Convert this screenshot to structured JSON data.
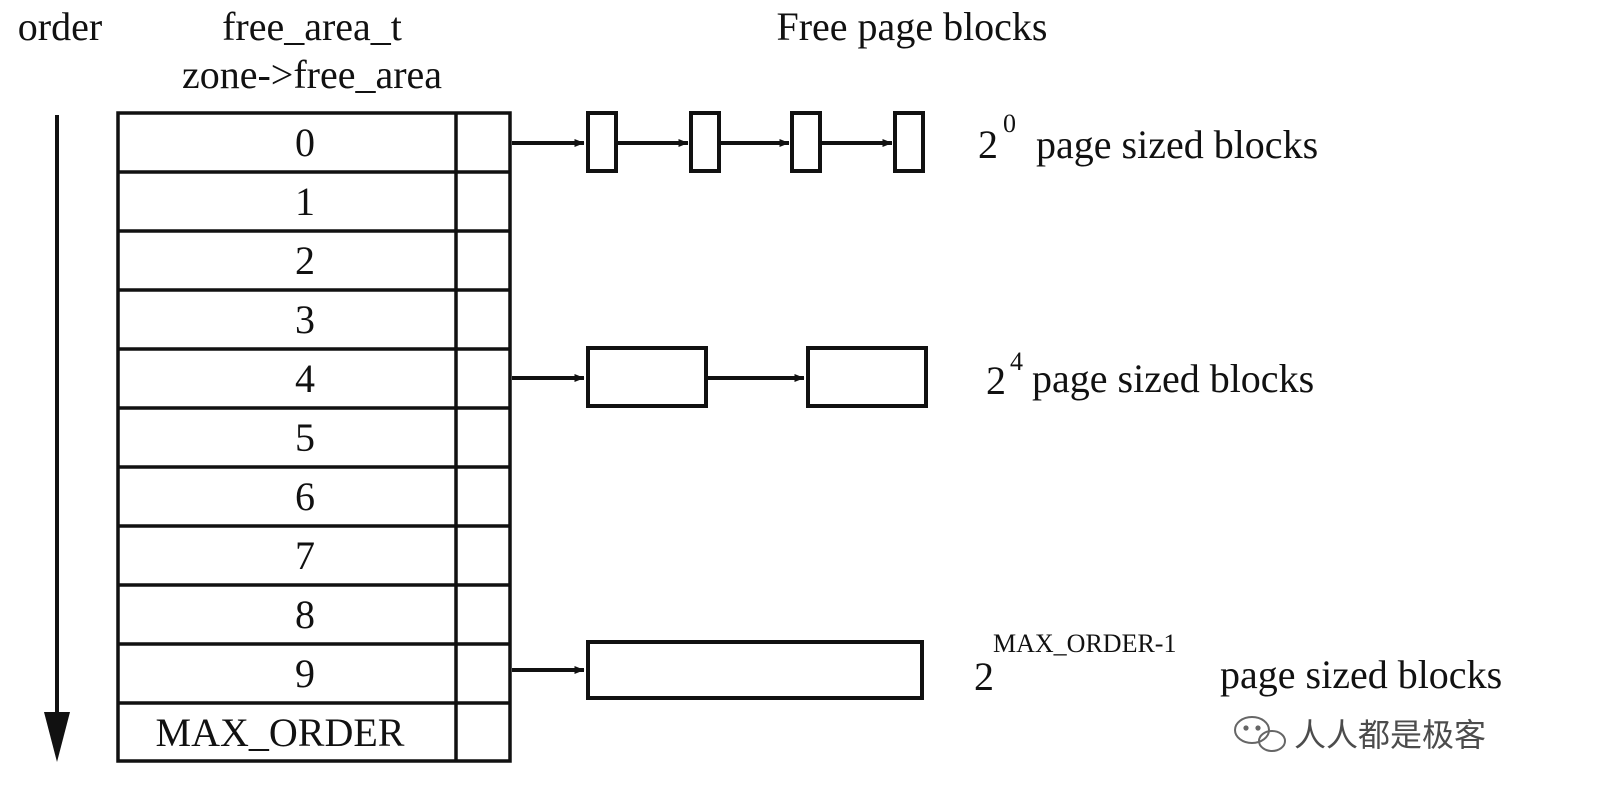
{
  "header": {
    "order_label": "order",
    "struct_label": "free_area_t",
    "array_label": "zone->free_area",
    "blocks_label": "Free page blocks"
  },
  "table": {
    "rows": [
      "0",
      "1",
      "2",
      "3",
      "4",
      "5",
      "6",
      "7",
      "8",
      "9",
      "MAX_ORDER"
    ]
  },
  "block_lists": [
    {
      "base": "2",
      "exponent": "0",
      "text": "page sized blocks"
    },
    {
      "base": "2",
      "exponent": "4",
      "text": "page sized blocks"
    },
    {
      "base": "2",
      "exponent": "MAX_ORDER-1",
      "text": "page sized blocks"
    }
  ],
  "watermark": {
    "text": "人人都是极客"
  }
}
